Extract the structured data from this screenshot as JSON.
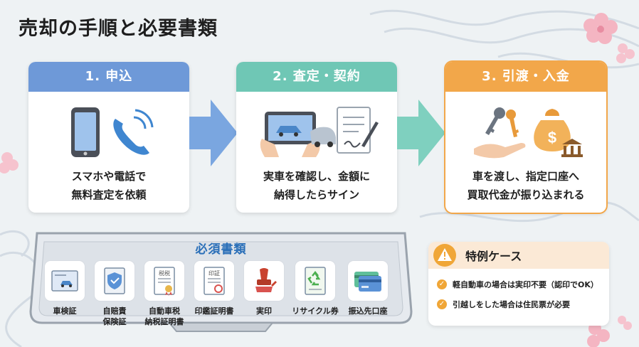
{
  "title": "売却の手順と必要書類",
  "steps": [
    {
      "heading": "1. 申込",
      "text": [
        "スマホや電話で",
        "無料査定を依頼"
      ],
      "color": "#6e99d8"
    },
    {
      "heading": "2. 査定・契約",
      "text": [
        "実車を確認し、金額に",
        "納得したらサイン"
      ],
      "color": "#6fc7b5"
    },
    {
      "heading": "3. 引渡・入金",
      "text": [
        "車を渡し、指定口座へ",
        "買取代金が振り込まれる"
      ],
      "color": "#f2a74a"
    }
  ],
  "documents": {
    "title": "必須書類",
    "items": [
      {
        "label": [
          "車検証"
        ],
        "icon": "car-document-icon"
      },
      {
        "label": [
          "自賠責",
          "保険証"
        ],
        "icon": "insurance-shield-icon"
      },
      {
        "label": [
          "自動車税",
          "納税証明書"
        ],
        "icon": "tax-certificate-icon",
        "stamp": "税税"
      },
      {
        "label": [
          "印鑑証明書"
        ],
        "icon": "seal-certificate-icon",
        "stamp": "印証"
      },
      {
        "label": [
          "実印"
        ],
        "icon": "seal-stamp-icon"
      },
      {
        "label": [
          "リサイクル券"
        ],
        "icon": "recycle-ticket-icon"
      },
      {
        "label": [
          "振込先口座"
        ],
        "icon": "bank-card-icon"
      }
    ]
  },
  "special": {
    "title": "特例ケース",
    "items": [
      "軽自動車の場合は実印不要（認印でOK）",
      "引越しをした場合は住民票が必要"
    ]
  }
}
